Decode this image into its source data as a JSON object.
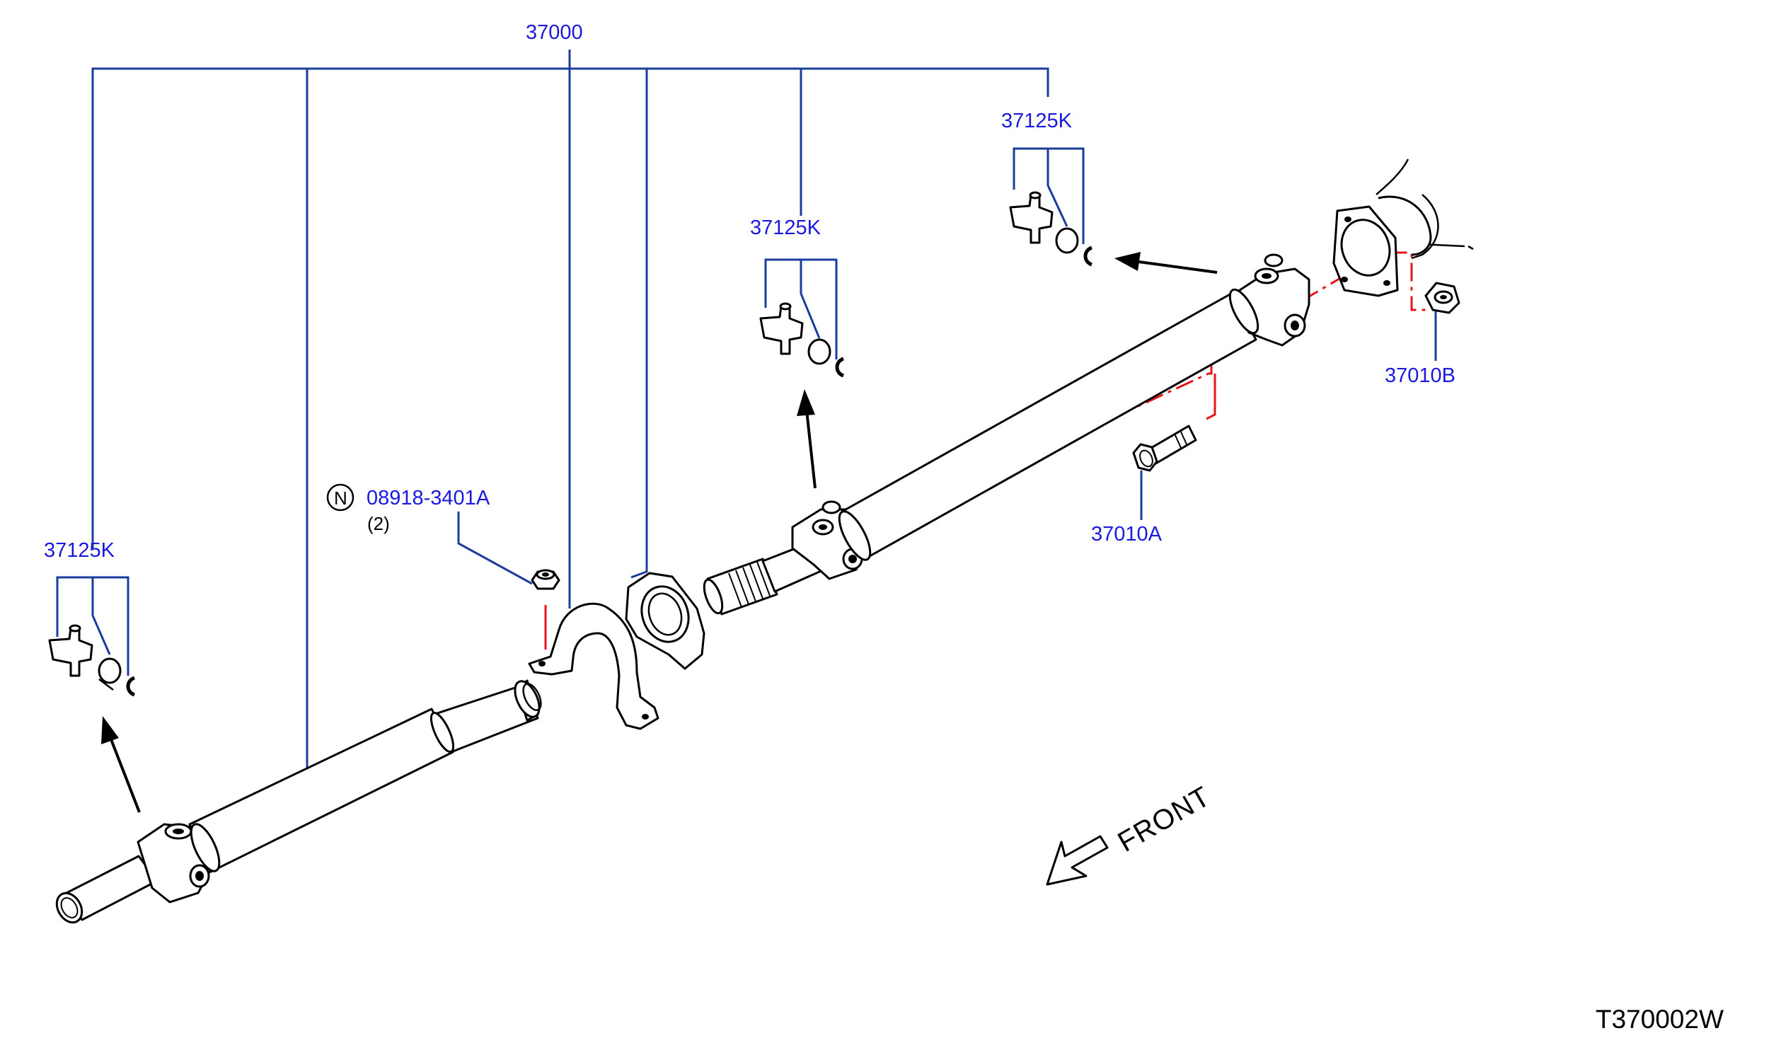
{
  "diagram_id": "T370002W",
  "front_label": "FRONT",
  "callouts": {
    "assembly": "37000",
    "joint_kit_left": "37125K",
    "joint_kit_center": "37125K",
    "joint_kit_right": "37125K",
    "nut_part": "08918-3401A",
    "nut_quantity": "(2)",
    "nut_symbol": "N",
    "bolt": "37010A",
    "flange_nut": "37010B"
  },
  "colors": {
    "callout_text": "#1a1adf",
    "leader_line": "#1a3c9e",
    "install_line": "#e8141b",
    "part_outline": "#000000"
  }
}
